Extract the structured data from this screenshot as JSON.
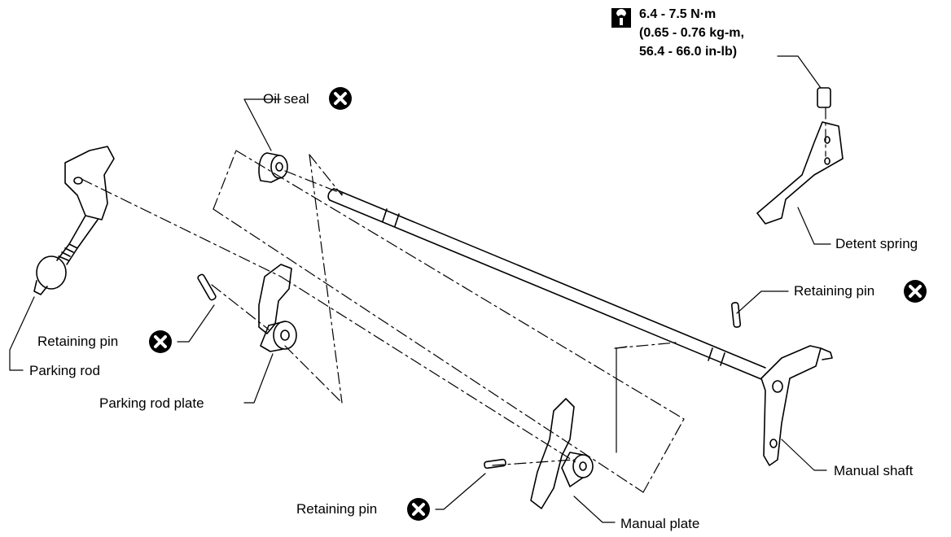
{
  "torque": {
    "line1": "6.4 - 7.5 N·m",
    "line2": "(0.65 - 0.76 kg-m,",
    "line3": "56.4 - 66.0 in-lb)"
  },
  "labels": {
    "oil_seal": "Oil seal",
    "detent_spring": "Detent spring",
    "retaining_pin_right": "Retaining pin",
    "retaining_pin_left": "Retaining pin",
    "parking_rod": "Parking rod",
    "parking_rod_plate": "Parking rod plate",
    "manual_shaft": "Manual shaft",
    "retaining_pin_bottom": "Retaining pin",
    "manual_plate": "Manual plate"
  },
  "icons": {
    "replace_mark": "x-circle-icon",
    "torque_mark": "wrench-icon"
  },
  "colors": {
    "ink": "#000000",
    "paper": "#ffffff"
  }
}
